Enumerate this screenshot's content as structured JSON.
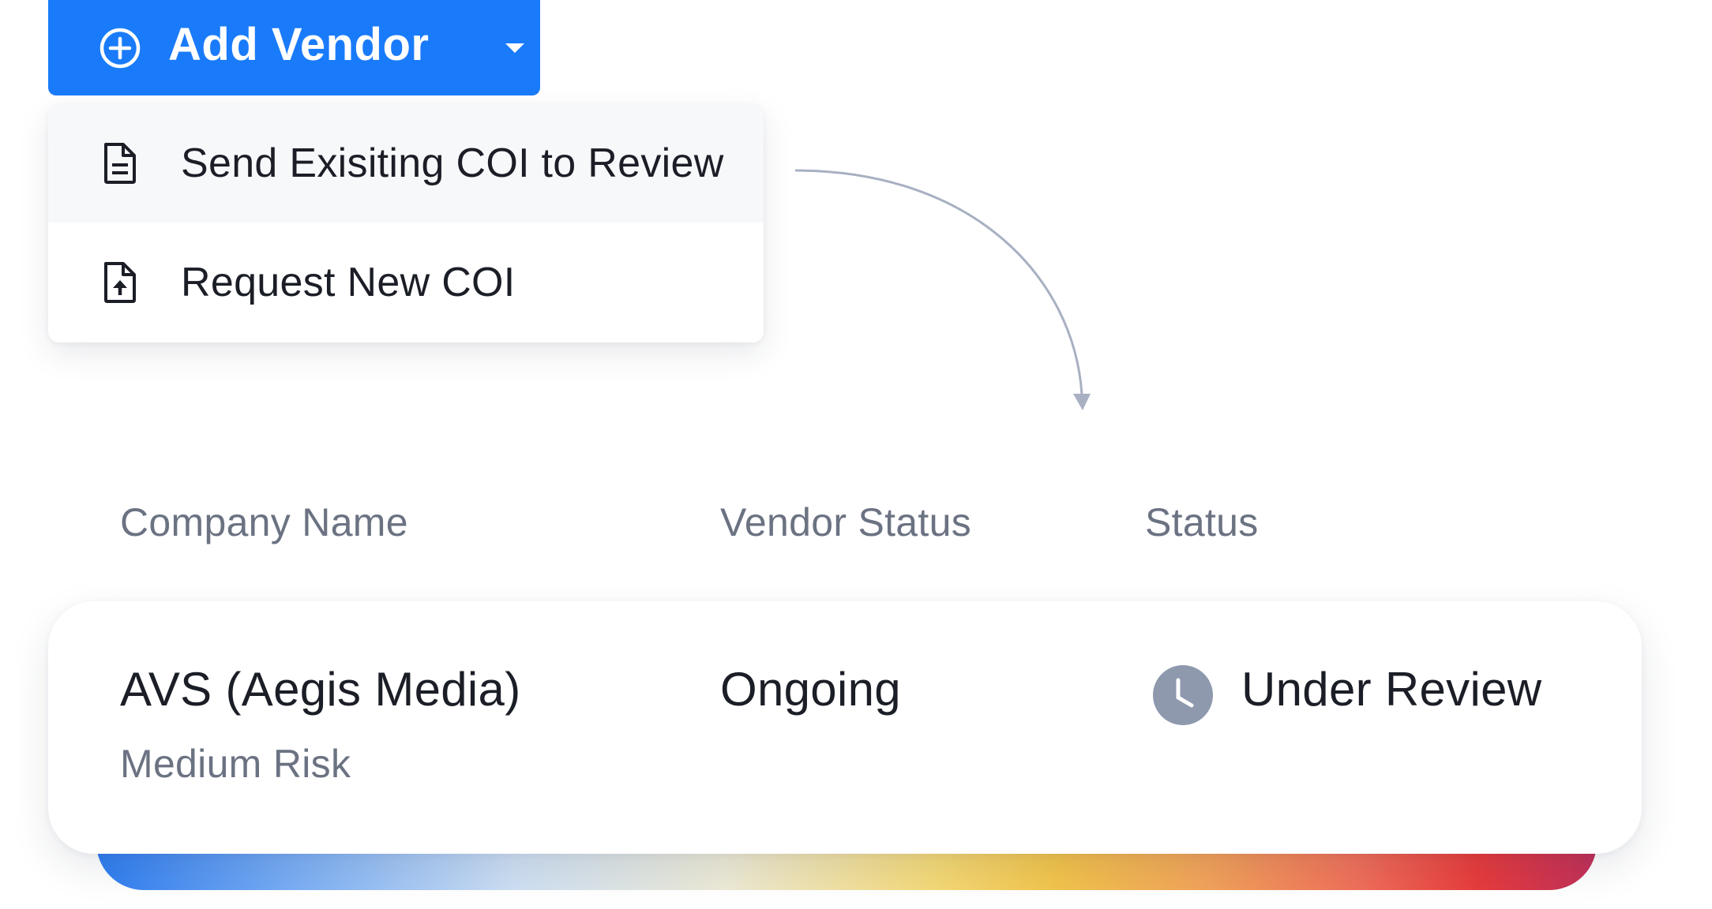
{
  "add_vendor_button": {
    "label": "Add Vendor",
    "icon": "plus-circle-icon",
    "dropdown_icon": "caret-down-icon",
    "color": "#1A7BFA"
  },
  "dropdown_menu": {
    "items": [
      {
        "label": "Send Exisiting COI to Review",
        "icon": "document-icon"
      },
      {
        "label": "Request New COI",
        "icon": "document-upload-icon"
      }
    ]
  },
  "table": {
    "columns": [
      "Company Name",
      "Vendor Status",
      "Status"
    ],
    "rows": [
      {
        "company_name": "AVS (Aegis Media)",
        "risk": "Medium Risk",
        "vendor_status": "Ongoing",
        "status": "Under Review",
        "status_icon": "clock-icon"
      }
    ]
  },
  "colors": {
    "header_text": "#6B7282",
    "body_text": "#1B1E26",
    "status_icon_bg": "#8E99AE",
    "arrow": "#A8B0C2"
  }
}
